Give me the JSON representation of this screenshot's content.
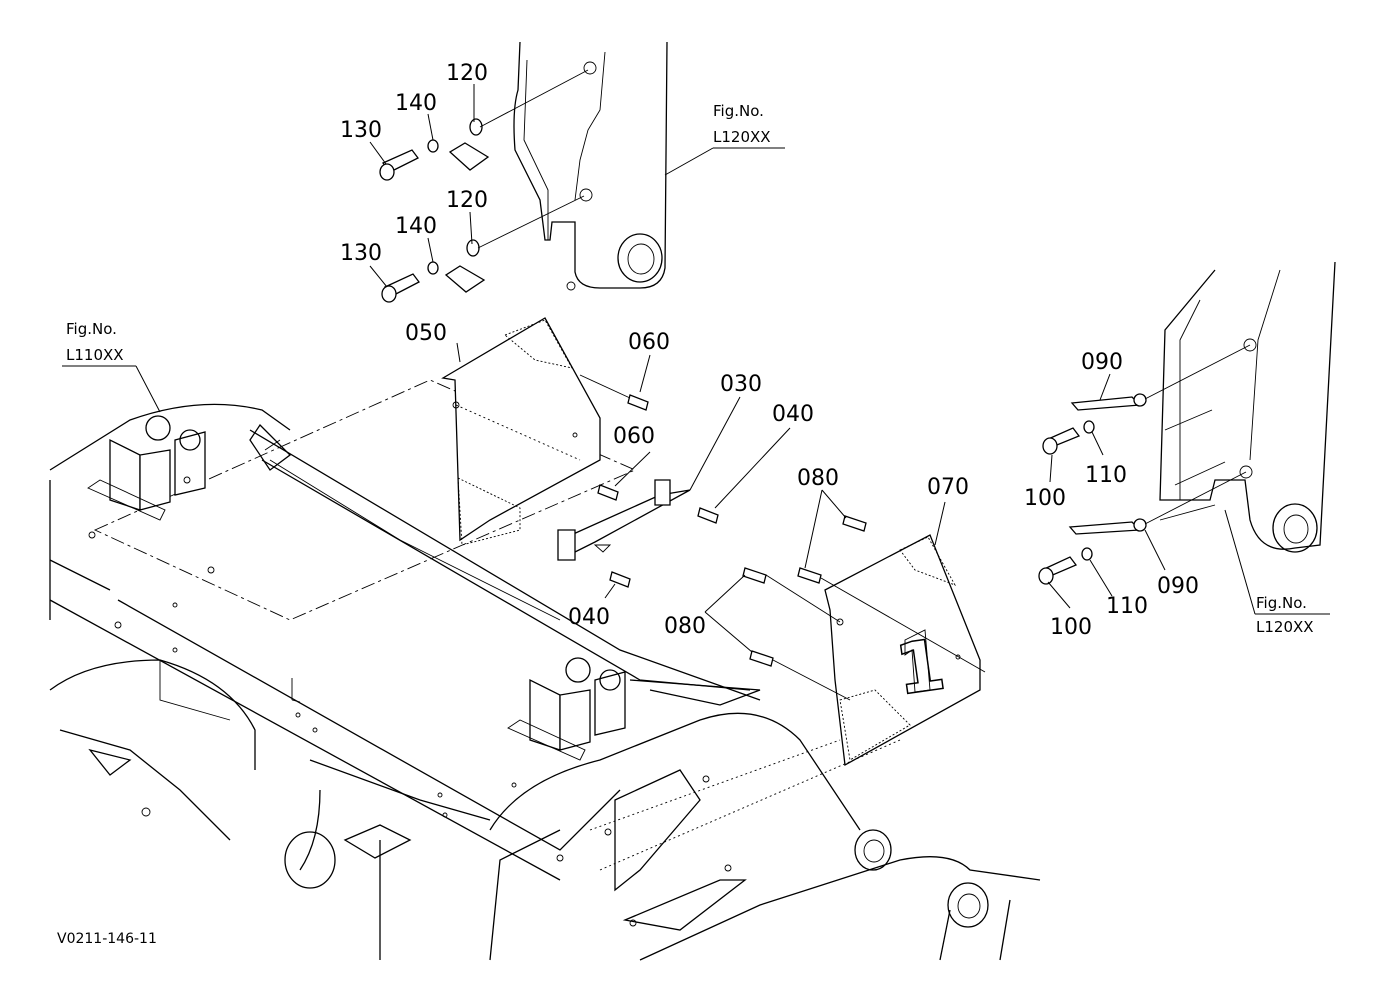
{
  "drawing_code": "V0211-146-11",
  "fig_refs": [
    {
      "line1": "Fig.No.",
      "line2": "L120XX"
    },
    {
      "line1": "Fig.No.",
      "line2": "L110XX"
    },
    {
      "line1": "Fig.No.",
      "line2": "L120XX"
    }
  ],
  "callouts": [
    "120",
    "140",
    "130",
    "120",
    "140",
    "130",
    "050",
    "060",
    "060",
    "030",
    "040",
    "040",
    "080",
    "080",
    "070",
    "090",
    "110",
    "100",
    "090",
    "110",
    "100"
  ],
  "plate_marking": "1"
}
